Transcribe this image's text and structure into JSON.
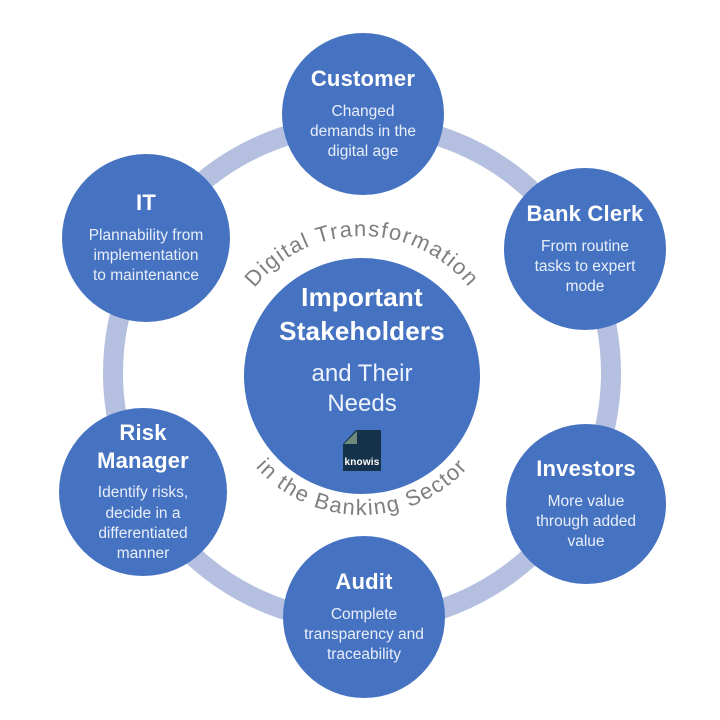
{
  "diagram": {
    "colors": {
      "circle_blue": "#4673c1",
      "orbit_ring": "#b5c0e0",
      "arc_text_gray": "#7f7f7f",
      "title_white": "#ffffff",
      "logo_square_navy": "#14324a",
      "logo_fold_green": "#6e897e"
    },
    "arc_text": {
      "top": "Digital Transformation",
      "bottom": "in the Banking Sector"
    },
    "center": {
      "title": "Important\nStakeholders",
      "subtitle": "and Their\nNeeds",
      "logo_text": "knowis"
    },
    "nodes": [
      {
        "id": "customer",
        "title": "Customer",
        "description": "Changed\ndemands in the\ndigital age"
      },
      {
        "id": "bank-clerk",
        "title": "Bank Clerk",
        "description": "From routine\ntasks to expert\nmode"
      },
      {
        "id": "investors",
        "title": "Investors",
        "description": "More value\nthrough added\nvalue"
      },
      {
        "id": "audit",
        "title": "Audit",
        "description": "Complete\ntransparency and\ntraceability"
      },
      {
        "id": "risk-manager",
        "title": "Risk\nManager",
        "description": "Identify risks,\ndecide in a\ndifferentiated\nmanner"
      },
      {
        "id": "it",
        "title": "IT",
        "description": "Plannability from\nimplementation\nto maintenance"
      }
    ]
  }
}
